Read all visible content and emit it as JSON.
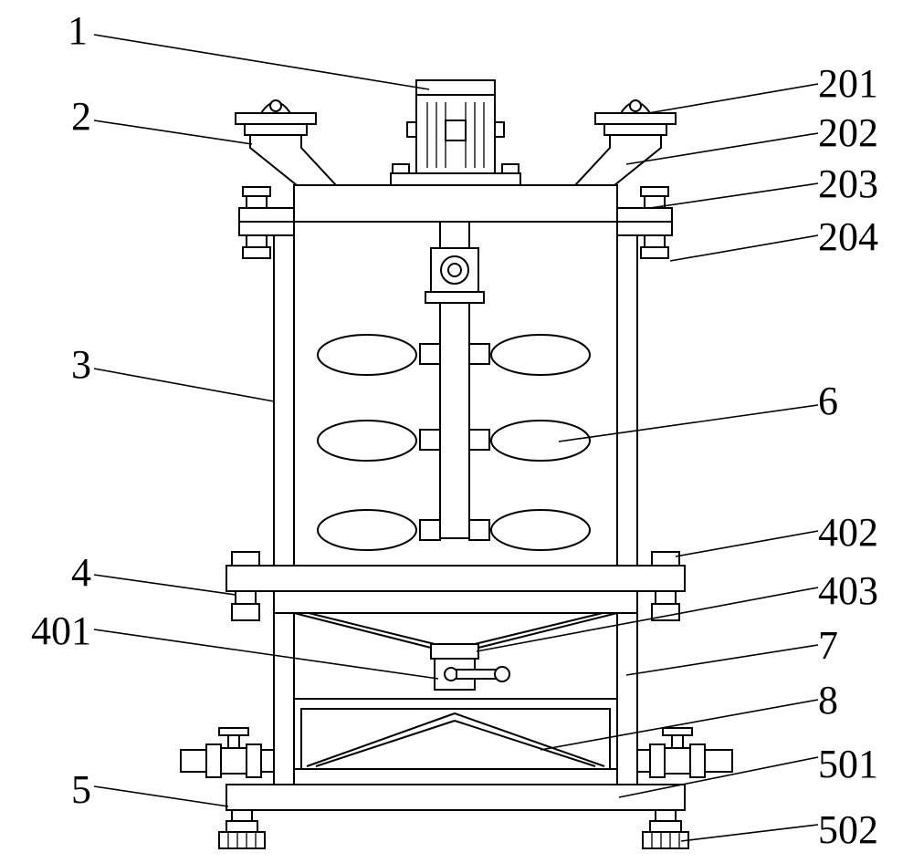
{
  "labels": {
    "l1": "1",
    "l2": "2",
    "l3": "3",
    "l4": "4",
    "l401": "401",
    "l5": "5",
    "l201": "201",
    "l202": "202",
    "l203": "203",
    "l204": "204",
    "l6": "6",
    "l402": "402",
    "l403": "403",
    "l7": "7",
    "l8": "8",
    "l501": "501",
    "l502": "502"
  }
}
